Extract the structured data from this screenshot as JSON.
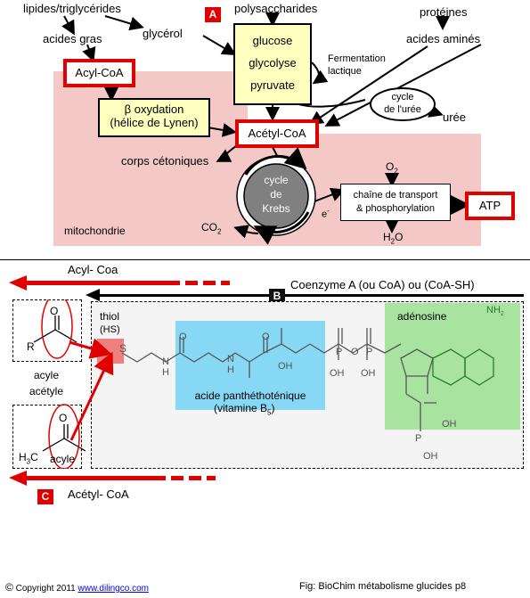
{
  "part_a": {
    "tag": "A",
    "lipids": "lipides/triglycérides",
    "fatty_acids": "acides gras",
    "glycerol": "glycérol",
    "polysaccharides": "polysaccharides",
    "proteins": "protéines",
    "amino_acids": "acides aminés",
    "glycolysis": [
      "glucose",
      "glycolyse",
      "pyruvate"
    ],
    "fermentation": [
      "Fermentation",
      "lactique"
    ],
    "urea_cycle": [
      "cycle",
      "de l'urée"
    ],
    "urea": "urée",
    "acyl_coa": "Acyl-CoA",
    "beta_oxidation": [
      "β oxydation",
      "(hélice de Lynen)"
    ],
    "acetyl_coa": "Acétyl-CoA",
    "ketone_bodies": "corps cétoniques",
    "krebs": [
      "cycle",
      "de",
      "Krebs"
    ],
    "electron": "e",
    "electron_sup": "-",
    "etc": [
      "chaîne de transport",
      "& phosphorylation"
    ],
    "o2": "O",
    "o2_sub": "2",
    "h2o": "H",
    "h2o_sub": "2",
    "h2o_tail": "O",
    "atp": "ATP",
    "co2": "CO",
    "co2_sub": "2",
    "mitochondria": "mitochondrie"
  },
  "part_b": {
    "tag": "B",
    "acyl_coa_arrow": "Acyl- Coa",
    "coenzyme_a": "Coenzyme A (ou CoA) ou (CoA-SH)",
    "thiol": "thiol",
    "hs": "(HS)",
    "acyl_group": "acyle",
    "acetyl_group": "acétyle",
    "acyl_small": "acyle",
    "r_label": "R",
    "h3c": "H",
    "h3c_sub": "3",
    "h3c_tail": "C",
    "o_label": "O",
    "s_label": "S",
    "pantothenic": "acide panthéthoténique",
    "vitamin": "(vitamine B",
    "vitamin_sub": "5",
    "vitamin_tail": ")",
    "adenosine": "adénosine",
    "nh2": "NH",
    "nh2_sub": "2",
    "oh": "OH",
    "h": "H",
    "n": "N",
    "p": "P",
    "o": "O"
  },
  "part_c": {
    "tag": "C",
    "acetyl_coa_arrow": "Acétyl- CoA"
  },
  "footer": {
    "copyright_symbol": "©",
    "copyright": "Copyright 2011",
    "link": "www.dilingco.com",
    "fig": "Fig: BioChim métabolisme glucides p8"
  },
  "colors": {
    "red": "#e00000",
    "pink": "#f5c8c8",
    "yellow": "#ffffc0",
    "blue": "#87d8f5",
    "green": "#a8e4a0"
  }
}
